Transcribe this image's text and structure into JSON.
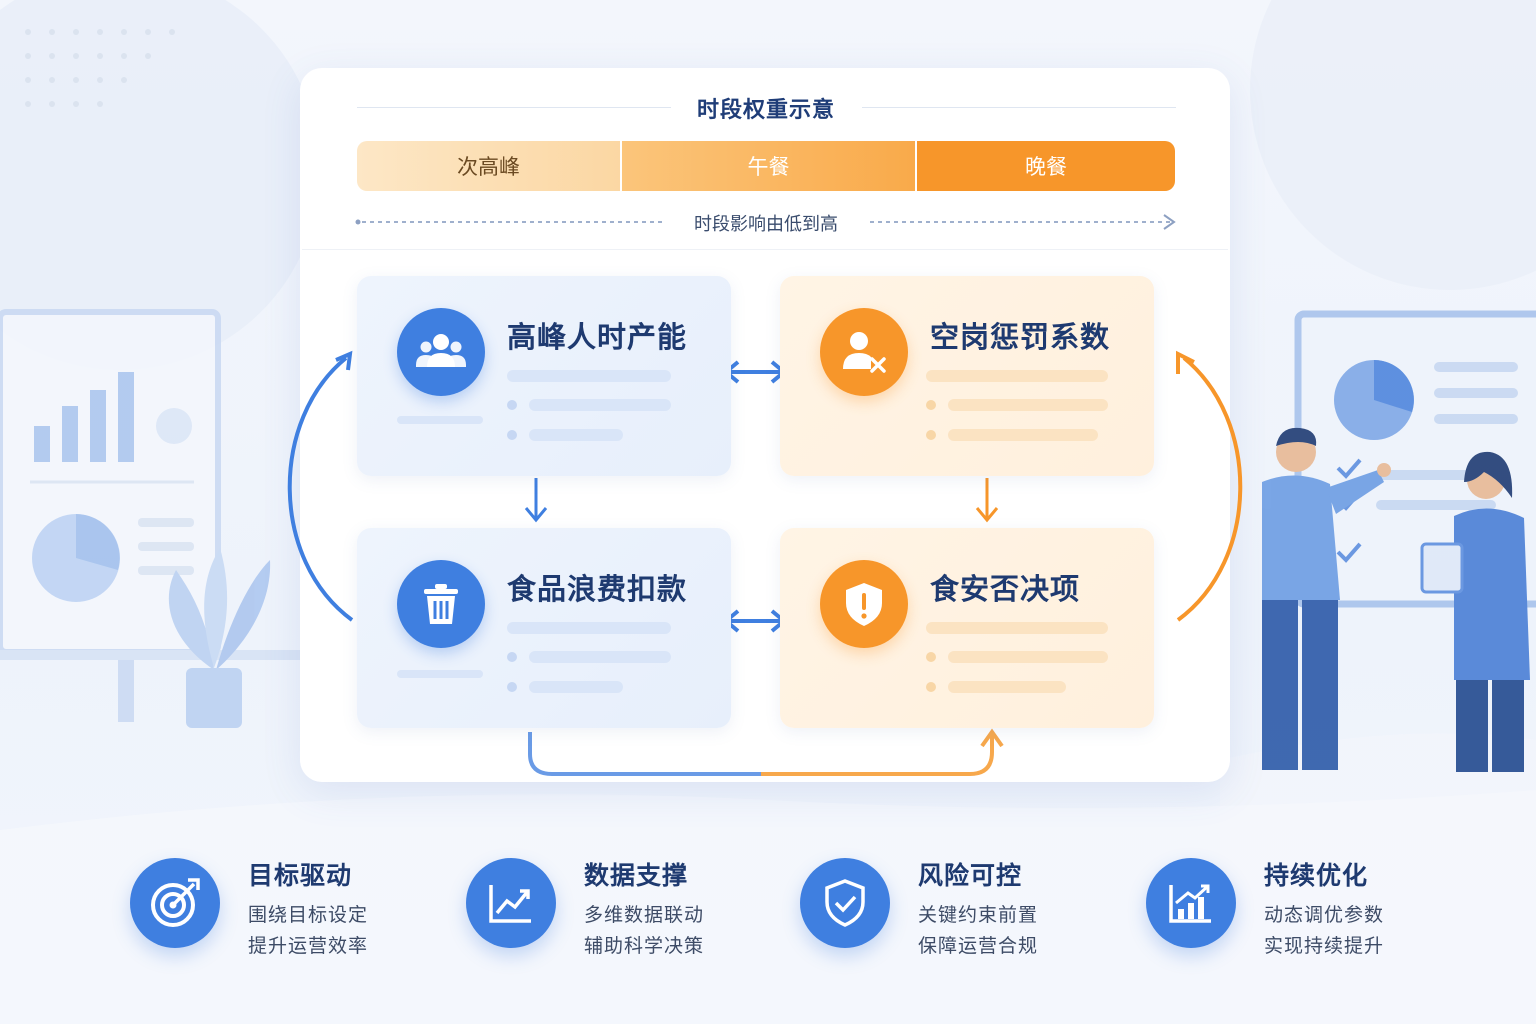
{
  "weights": {
    "title": "时段权重示意",
    "segments": [
      "次高峰",
      "午餐",
      "晚餐"
    ],
    "trend": "时段影响由低到高"
  },
  "metrics": [
    {
      "title": "高峰人时产能",
      "icon": "users-group-icon",
      "tone": "blue"
    },
    {
      "title": "空岗惩罚系数",
      "icon": "user-remove-icon",
      "tone": "orange"
    },
    {
      "title": "食品浪费扣款",
      "icon": "trash-icon",
      "tone": "blue"
    },
    {
      "title": "食安否决项",
      "icon": "shield-warning-icon",
      "tone": "orange"
    }
  ],
  "features": [
    {
      "title": "目标驱动",
      "line1": "围绕目标设定",
      "line2": "提升运营效率",
      "icon": "target-icon"
    },
    {
      "title": "数据支撑",
      "line1": "多维数据联动",
      "line2": "辅助科学决策",
      "icon": "trend-chart-icon"
    },
    {
      "title": "风险可控",
      "line1": "关键约束前置",
      "line2": "保障运营合规",
      "icon": "shield-check-icon"
    },
    {
      "title": "持续优化",
      "line1": "动态调优参数",
      "line2": "实现持续提升",
      "icon": "growth-chart-icon"
    }
  ],
  "colors": {
    "primary_blue": "#3f7fe0",
    "accent_orange": "#f7962a",
    "title_navy": "#1e3a70"
  }
}
